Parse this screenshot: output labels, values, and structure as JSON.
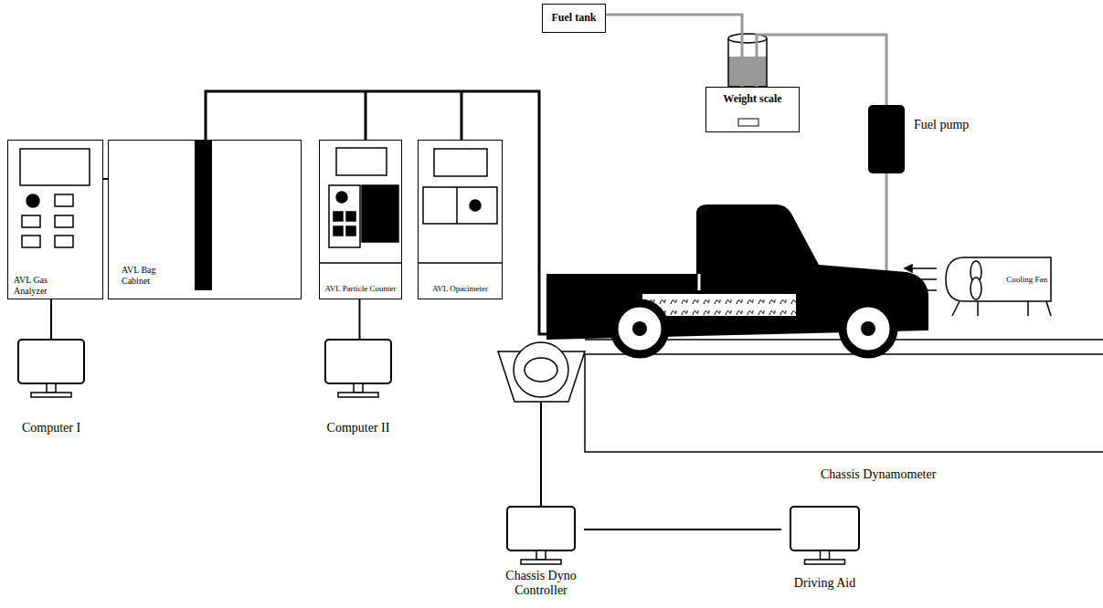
{
  "diagram": {
    "nodes": [
      {
        "text": [
          "Fuel tank"
        ]
      },
      {
        "text": [
          "Weight scale"
        ]
      },
      {
        "text": [
          "Fuel pump"
        ]
      },
      {
        "text": [
          "AVL Gas Analyzer"
        ]
      },
      {
        "text": [
          "AVL Bag Cabinet"
        ]
      },
      {
        "text": [
          "AVL Particle Counter"
        ]
      },
      {
        "text": [
          "AVL Opacimeter"
        ]
      },
      {
        "text": [
          "Computer I"
        ]
      },
      {
        "text": [
          "Computer II"
        ]
      },
      {
        "text": [
          "Cooling Fan"
        ]
      },
      {
        "text": [
          "Chassis Dyno Controller"
        ]
      },
      {
        "text": [
          "Driving Aid"
        ]
      }
    ],
    "edges": [
      {
        "from": 0,
        "to": 1,
        "arrow": "none"
      },
      {
        "from": 1,
        "to": 2,
        "arrow": "none"
      },
      {
        "from": 3,
        "to": 4,
        "arrow": "none"
      },
      {
        "from": 3,
        "to": 7,
        "arrow": "none"
      },
      {
        "from": 5,
        "to": 8,
        "arrow": "none"
      },
      {
        "from": 10,
        "to": 11,
        "arrow": "none"
      }
    ],
    "labels": [
      "Chassis Dynamometer"
    ]
  }
}
